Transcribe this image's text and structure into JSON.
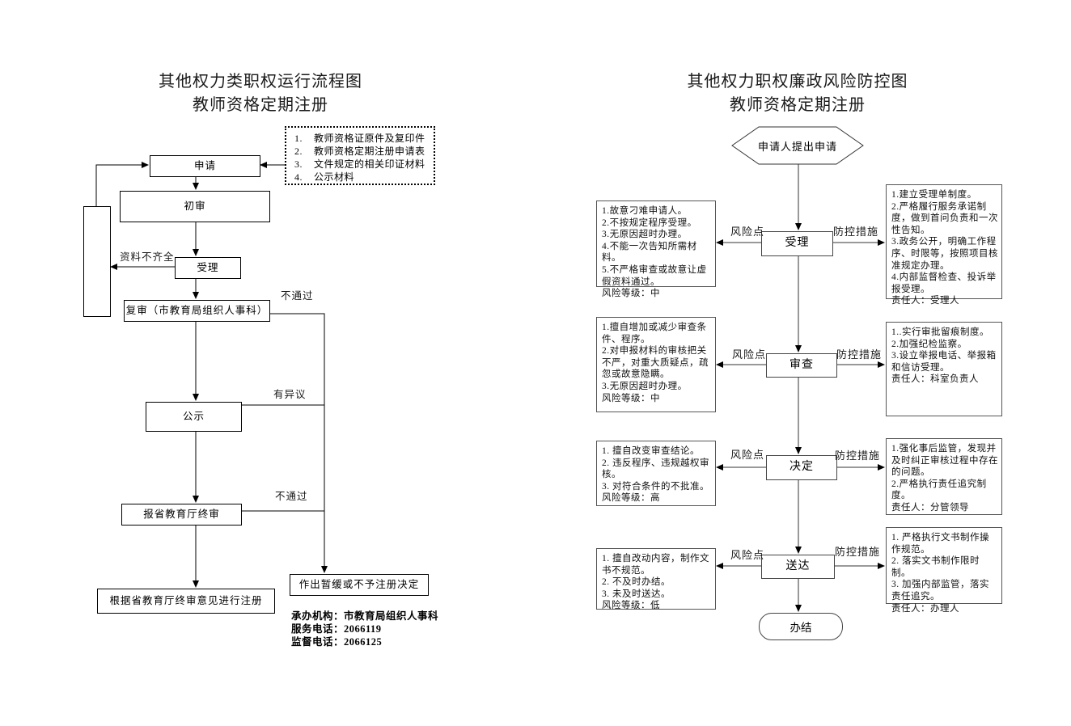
{
  "left_diagram": {
    "title_line1": "其他权力类职权运行流程图",
    "title_line2": "教师资格定期注册",
    "materials_box": {
      "items": [
        {
          "n": "1.",
          "t": "教师资格证原件及复印件"
        },
        {
          "n": "2.",
          "t": "教师资格定期注册申请表"
        },
        {
          "n": "3.",
          "t": "文件规定的相关印证材料"
        },
        {
          "n": "4.",
          "t": "公示材料"
        }
      ]
    },
    "nodes": {
      "apply": "申请",
      "initial_review": "初审",
      "accept": "受理",
      "re_review": "复审（市教育局组织人事科）",
      "publicity": "公示",
      "provincial_final_review": "报省教育厅终审",
      "register_per_opinion": "根据省教育厅终审意见进行注册",
      "postpone_or_deny": "作出暂缓或不予注册决定"
    },
    "edge_labels": {
      "materials_incomplete": "资料不齐全",
      "not_pass_top": "不通过",
      "has_objection": "有异议",
      "not_pass_bottom": "不通过"
    },
    "footer": {
      "agency": "承办机构：市教育局组织人事科",
      "service_phone": "服务电话：2066119",
      "supervision_phone": "监督电话：2066125"
    }
  },
  "right_diagram": {
    "title_line1": "其他权力职权廉政风险防控图",
    "title_line2": "教师资格定期注册",
    "start_node": "申请人提出申请",
    "end_node": "办结",
    "stages": [
      {
        "name": "受理",
        "risk_label": "风险点",
        "measure_label": "防控措施",
        "risks": [
          "1.故意刁难申请人。",
          "2.不按规定程序受理。",
          "3.无原因超时办理。",
          "4.不能一次告知所需材料。",
          "5.不严格审查或故意让虚假资料通过。",
          "风险等级：中"
        ],
        "measures": [
          "1.建立受理单制度。",
          "2.严格履行服务承诺制度，做到首问负责和一次性告知。",
          "3.政务公开，明确工作程序、时限等，按照项目核准规定办理。",
          "4.内部监督检查、投诉举报受理。",
          "责任人：受理人"
        ]
      },
      {
        "name": "审查",
        "risk_label": "风险点",
        "measure_label": "防控措施",
        "risks": [
          "1.擅自增加或减少审查条件、程序。",
          "2.对申报材料的审核把关不严，对重大质疑点，疏忽或故意隐瞒。",
          "3.无原因超时办理。",
          "风险等级：中"
        ],
        "measures": [
          "1..实行审批留痕制度。",
          "2.加强纪检监察。",
          "3.设立举报电话、举报箱和信访受理。",
          "责任人：科室负责人"
        ]
      },
      {
        "name": "决定",
        "risk_label": "风险点",
        "measure_label": "防控措施",
        "risks": [
          "1. 擅自改变审查结论。",
          "2. 违反程序、违规越权审核。",
          "3. 对符合条件的不批准。",
          "风险等级：高"
        ],
        "measures": [
          "1.强化事后监管，发现并及时纠正审核过程中存在的问题。",
          "2.严格执行责任追究制度。",
          "责任人：分管领导"
        ]
      },
      {
        "name": "送达",
        "risk_label": "风险点",
        "measure_label": "防控措施",
        "risks": [
          "1. 擅自改动内容，制作文书不规范。",
          "2. 不及时办结。",
          "3. 未及时送达。",
          "风险等级：低"
        ],
        "measures": [
          "1. 严格执行文书制作操作规范。",
          "2. 落实文书制作限时制。",
          "3. 加强内部监管，落实责任追究。",
          "责任人：办理人"
        ]
      }
    ]
  }
}
